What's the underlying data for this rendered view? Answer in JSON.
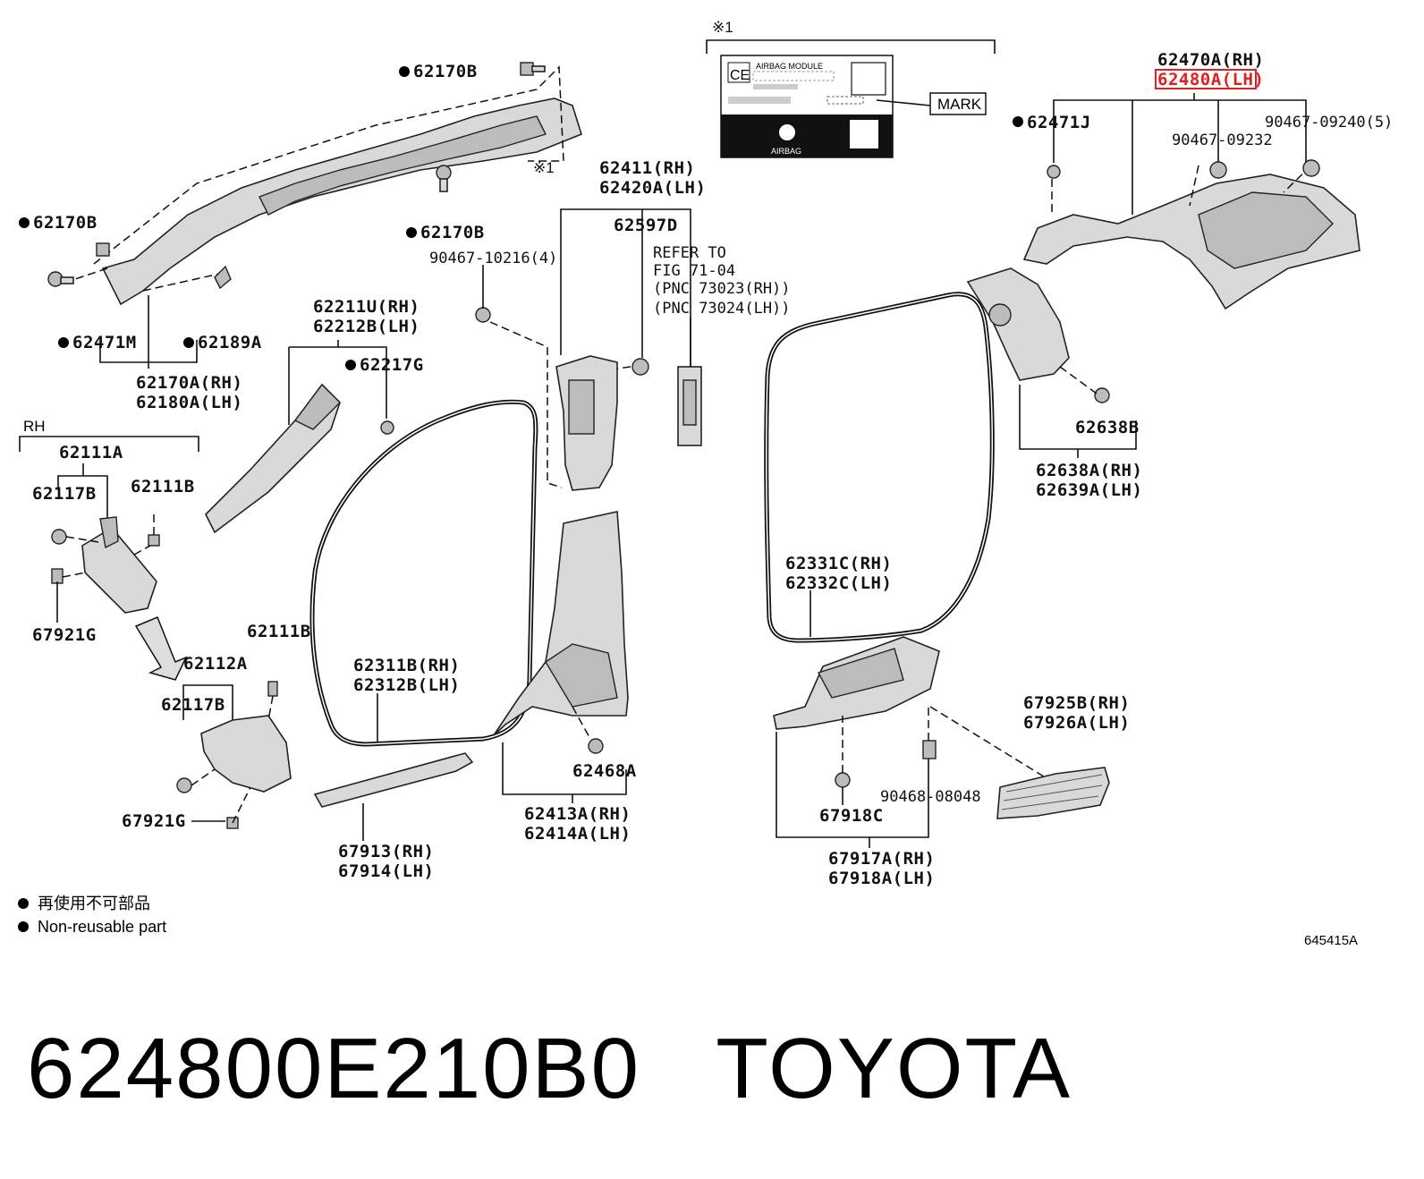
{
  "labels": {
    "p62170B_a": "62170B",
    "p62170B_b": "62170B",
    "p62170B_c": "62170B",
    "p62471M": "62471M",
    "p62189A": "62189A",
    "p62170A": "62170A(RH)",
    "p62180A": "62180A(LH)",
    "p62211U": "62211U(RH)",
    "p62212B": "62212B(LH)",
    "p62217G": "62217G",
    "p62411": "62411(RH)",
    "p62420A": "62420A(LH)",
    "p62597D": "62597D",
    "p90467_10216": "90467-10216(4)",
    "refer1": "REFER TO",
    "refer2": "FIG 71-04",
    "refer3": "(PNC 73023(RH))",
    "refer4": "(PNC 73024(LH))",
    "rh": "RH",
    "p62111A": "62111A",
    "p62117B_a": "62117B",
    "p62111B_a": "62111B",
    "p67921G_a": "67921G",
    "p62111B_b": "62111B",
    "p62112A": "62112A",
    "p62117B_b": "62117B",
    "p67921G_b": "67921G",
    "p62311B": "62311B(RH)",
    "p62312B": "62312B(LH)",
    "p67913": "67913(RH)",
    "p67914": "67914(LH)",
    "p62468A": "62468A",
    "p62413A": "62413A(RH)",
    "p62414A": "62414A(LH)",
    "p62331C": "62331C(RH)",
    "p62332C": "62332C(LH)",
    "p62638B": "62638B",
    "p62638A": "62638A(RH)",
    "p62639A": "62639A(LH)",
    "p67925B": "67925B(RH)",
    "p67926A": "67926A(LH)",
    "p90468_08048": "90468-08048",
    "p67918C": "67918C",
    "p67917A": "67917A(RH)",
    "p67918A": "67918A(LH)",
    "p62470A": "62470A(RH)",
    "p62480A": "62480A(LH)",
    "p62471J": "62471J",
    "p90467_09240": "90467-09240(5)",
    "p90467_09232": "90467-09232",
    "note1": "※1",
    "note1b": "※1",
    "mark": "MARK",
    "airbag_module": "AIRBAG MODULE",
    "airbag": "AIRBAG",
    "ce": "CE"
  },
  "legend": {
    "jp": "再使用不可部品",
    "en": "Non-reusable part"
  },
  "figure_number": "645415A",
  "footer": {
    "part_number": "624800E210B0",
    "brand": "TOYOTA"
  },
  "highlight_color": "#e02020"
}
